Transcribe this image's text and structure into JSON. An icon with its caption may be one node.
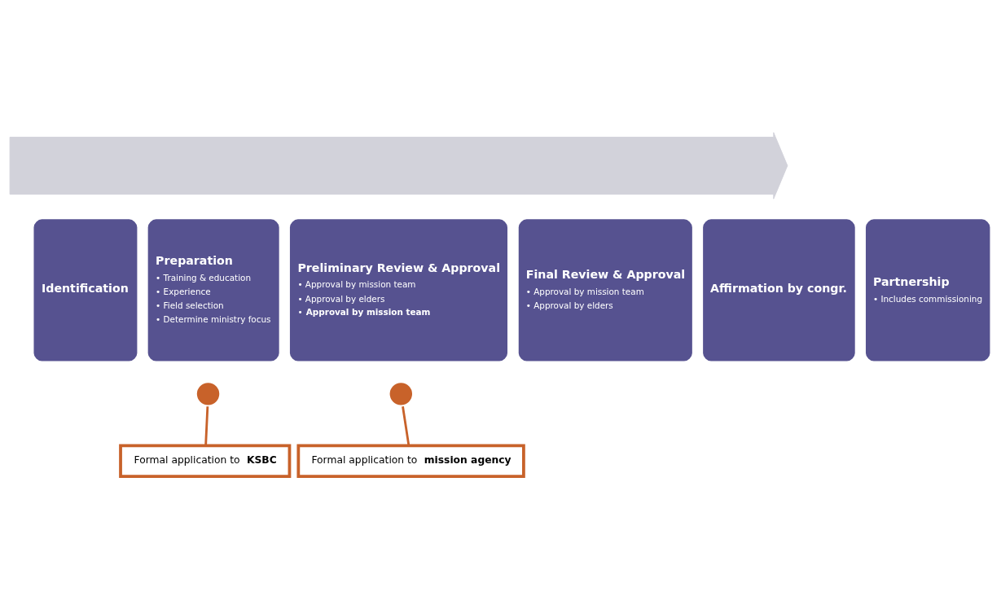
{
  "diagram": {
    "nodes": [
      {
        "text": [],
        "shape": "arrow"
      },
      {
        "text": [
          "Identification"
        ]
      },
      {
        "text": [
          "Preparation",
          "• Training & education",
          "• Experience",
          "• Field selection",
          "• Determine ministry focus"
        ]
      },
      {
        "text": [
          "Preliminary Review & Approval",
          "• Approval by mission team",
          "• Approval by elders",
          "• **Approval by mission team**"
        ]
      },
      {
        "text": [
          "Final Review & Approval",
          "• Approval by mission team",
          "• Approval by elders"
        ]
      },
      {
        "text": [
          "Affirmation by congr."
        ]
      },
      {
        "text": [
          "Partnership",
          "• Includes commissioning"
        ]
      },
      {
        "text": [],
        "shape": "circle"
      },
      {
        "text": [],
        "shape": "circle"
      },
      {
        "text": [
          "Formal application to **KSBC**"
        ]
      },
      {
        "text": [
          "Formal application to **mission agency**"
        ]
      }
    ],
    "edges": [
      {
        "from": 7,
        "to": 9,
        "arrow": "none"
      },
      {
        "from": 8,
        "to": 10,
        "arrow": "none"
      }
    ]
  }
}
